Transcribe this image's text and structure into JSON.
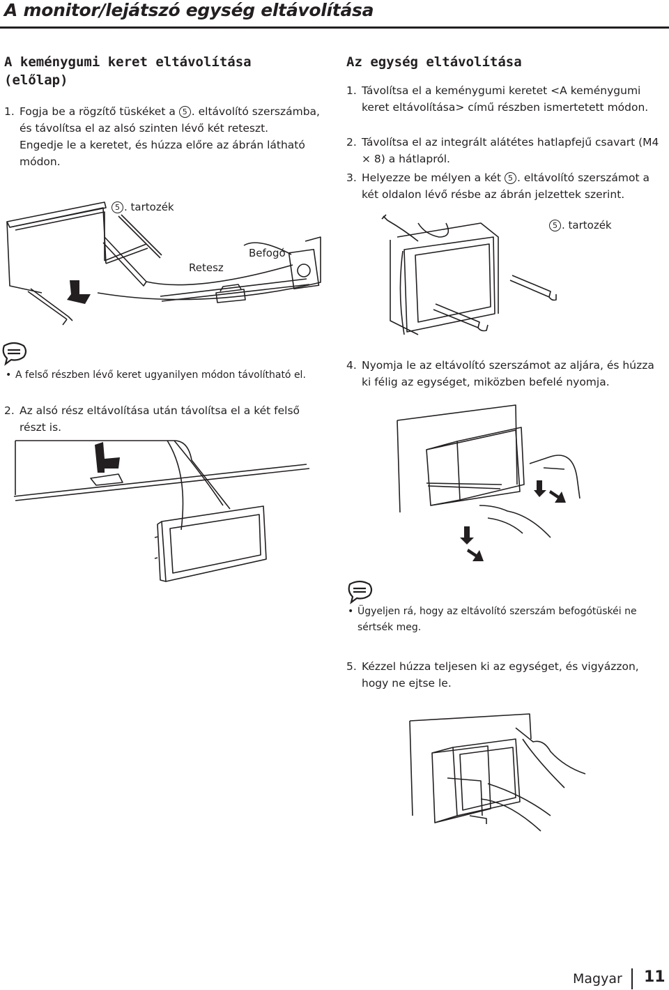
{
  "page_title": "A monitor/lejátszó egység eltávolítása",
  "left_section": {
    "heading_line1": "A keménygumi keret eltávolítása",
    "heading_line2": "(előlap)",
    "step1": {
      "num": "1.",
      "text_before_circle": "Fogja be a rögzítő tüskéket a",
      "circle_glyph": "5",
      "text_after_circle": ". eltávolító szerszámba, és távolítsa el az alsó szinten lévő két reteszt.",
      "text_line2": "Engedje le a keretet, és húzza előre az ábrán látható módon."
    },
    "figure1": {
      "accessory_circle": "5",
      "accessory_label": ". tartozék",
      "label_retesz": "Retesz",
      "label_befogo": "Befogó"
    },
    "note": {
      "icon": "note-icon",
      "bullet": "•",
      "text": "A felső részben lévő keret ugyanilyen módon távolítható el."
    },
    "step2": {
      "num": "2.",
      "text": "Az alsó rész eltávolítása után távolítsa el a két felső részt is."
    }
  },
  "right_section": {
    "heading": "Az egység eltávolítása",
    "step1": {
      "num": "1.",
      "text": "Távolítsa el a keménygumi keretet <A keménygumi keret eltávolítása> című részben ismertetett módon."
    },
    "step2": {
      "num": "2.",
      "text": "Távolítsa el az integrált alátétes hatlapfejű csavart (M4 × 8) a hátlapról."
    },
    "step3": {
      "num": "3.",
      "text_before_circle": "Helyezze be mélyen a két",
      "circle_glyph": "5",
      "text_after_circle": ". eltávolító szerszámot a két oldalon lévő résbe az ábrán jelzettek szerint."
    },
    "figure3": {
      "accessory_circle": "5",
      "accessory_label": ". tartozék"
    },
    "step4": {
      "num": "4.",
      "text": "Nyomja le az eltávolító szerszámot az aljára, és húzza ki félig az egységet, miközben befelé nyomja."
    },
    "note": {
      "icon": "note-icon",
      "bullet": "•",
      "text": "Ügyeljen rá, hogy az eltávolító szerszám befogótüskéi ne sértsék meg."
    },
    "step5": {
      "num": "5.",
      "text": "Kézzel húzza teljesen ki az egységet, és vigyázzon, hogy ne ejtse le."
    }
  },
  "footer": {
    "language": "Magyar",
    "page_number": "11"
  }
}
